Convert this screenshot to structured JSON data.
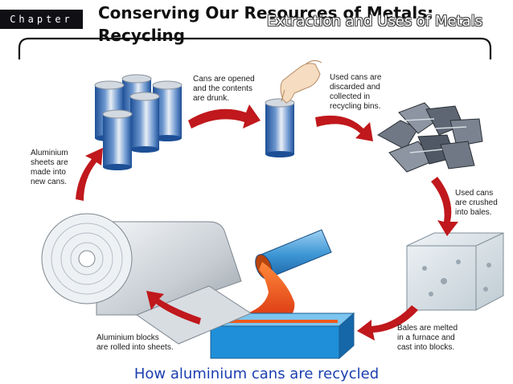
{
  "header": {
    "chapter_label": "Chapter",
    "title_line1": "Conserving Our Resources of Metals:",
    "title_line2": "Recycling",
    "subtitle": "Extraction and Uses of Metals"
  },
  "steps": {
    "opened": [
      "Cans are opened",
      "and the contents",
      "are drunk."
    ],
    "discarded": [
      "Used cans are",
      "discarded and",
      "collected in",
      "recycling bins."
    ],
    "crushed": [
      "Used cans",
      "are crushed",
      "into bales."
    ],
    "melted": [
      "Bales are melted",
      "in a furnace and",
      "cast into blocks."
    ],
    "rolled": [
      "Aluminium blocks",
      "are rolled into sheets."
    ],
    "made": [
      "Aluminium",
      "sheets are",
      "made into",
      "new cans."
    ]
  },
  "caption": "How aluminium cans are recycled",
  "colors": {
    "arrow": "#c0181c",
    "caption": "#1a3fb0",
    "can_blue": "#2a5fa8",
    "molten": "#ee4a18",
    "mould": "#1e8fd8"
  }
}
